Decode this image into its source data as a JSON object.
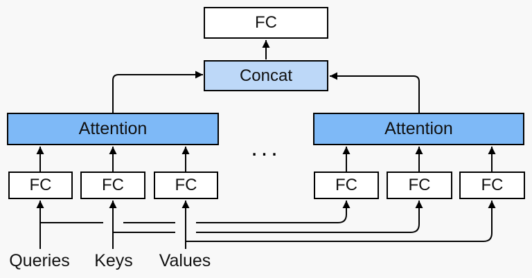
{
  "diagram": {
    "description": "Multi-head attention architecture diagram",
    "nodes": {
      "fc_top": "FC",
      "concat": "Concat",
      "attention_left": "Attention",
      "attention_right": "Attention",
      "fc_queries_left": "FC",
      "fc_keys_left": "FC",
      "fc_values_left": "FC",
      "fc_queries_right": "FC",
      "fc_keys_right": "FC",
      "fc_values_right": "FC"
    },
    "ellipsis": "...",
    "inputs": {
      "queries": "Queries",
      "keys": "Keys",
      "values": "Values"
    },
    "colors": {
      "background": "#F8F8F8",
      "line": "#000000",
      "attention_fill": "#7EB9F7",
      "concat_fill": "#BDD8F8",
      "box_fill": "#FFFFFF"
    }
  }
}
